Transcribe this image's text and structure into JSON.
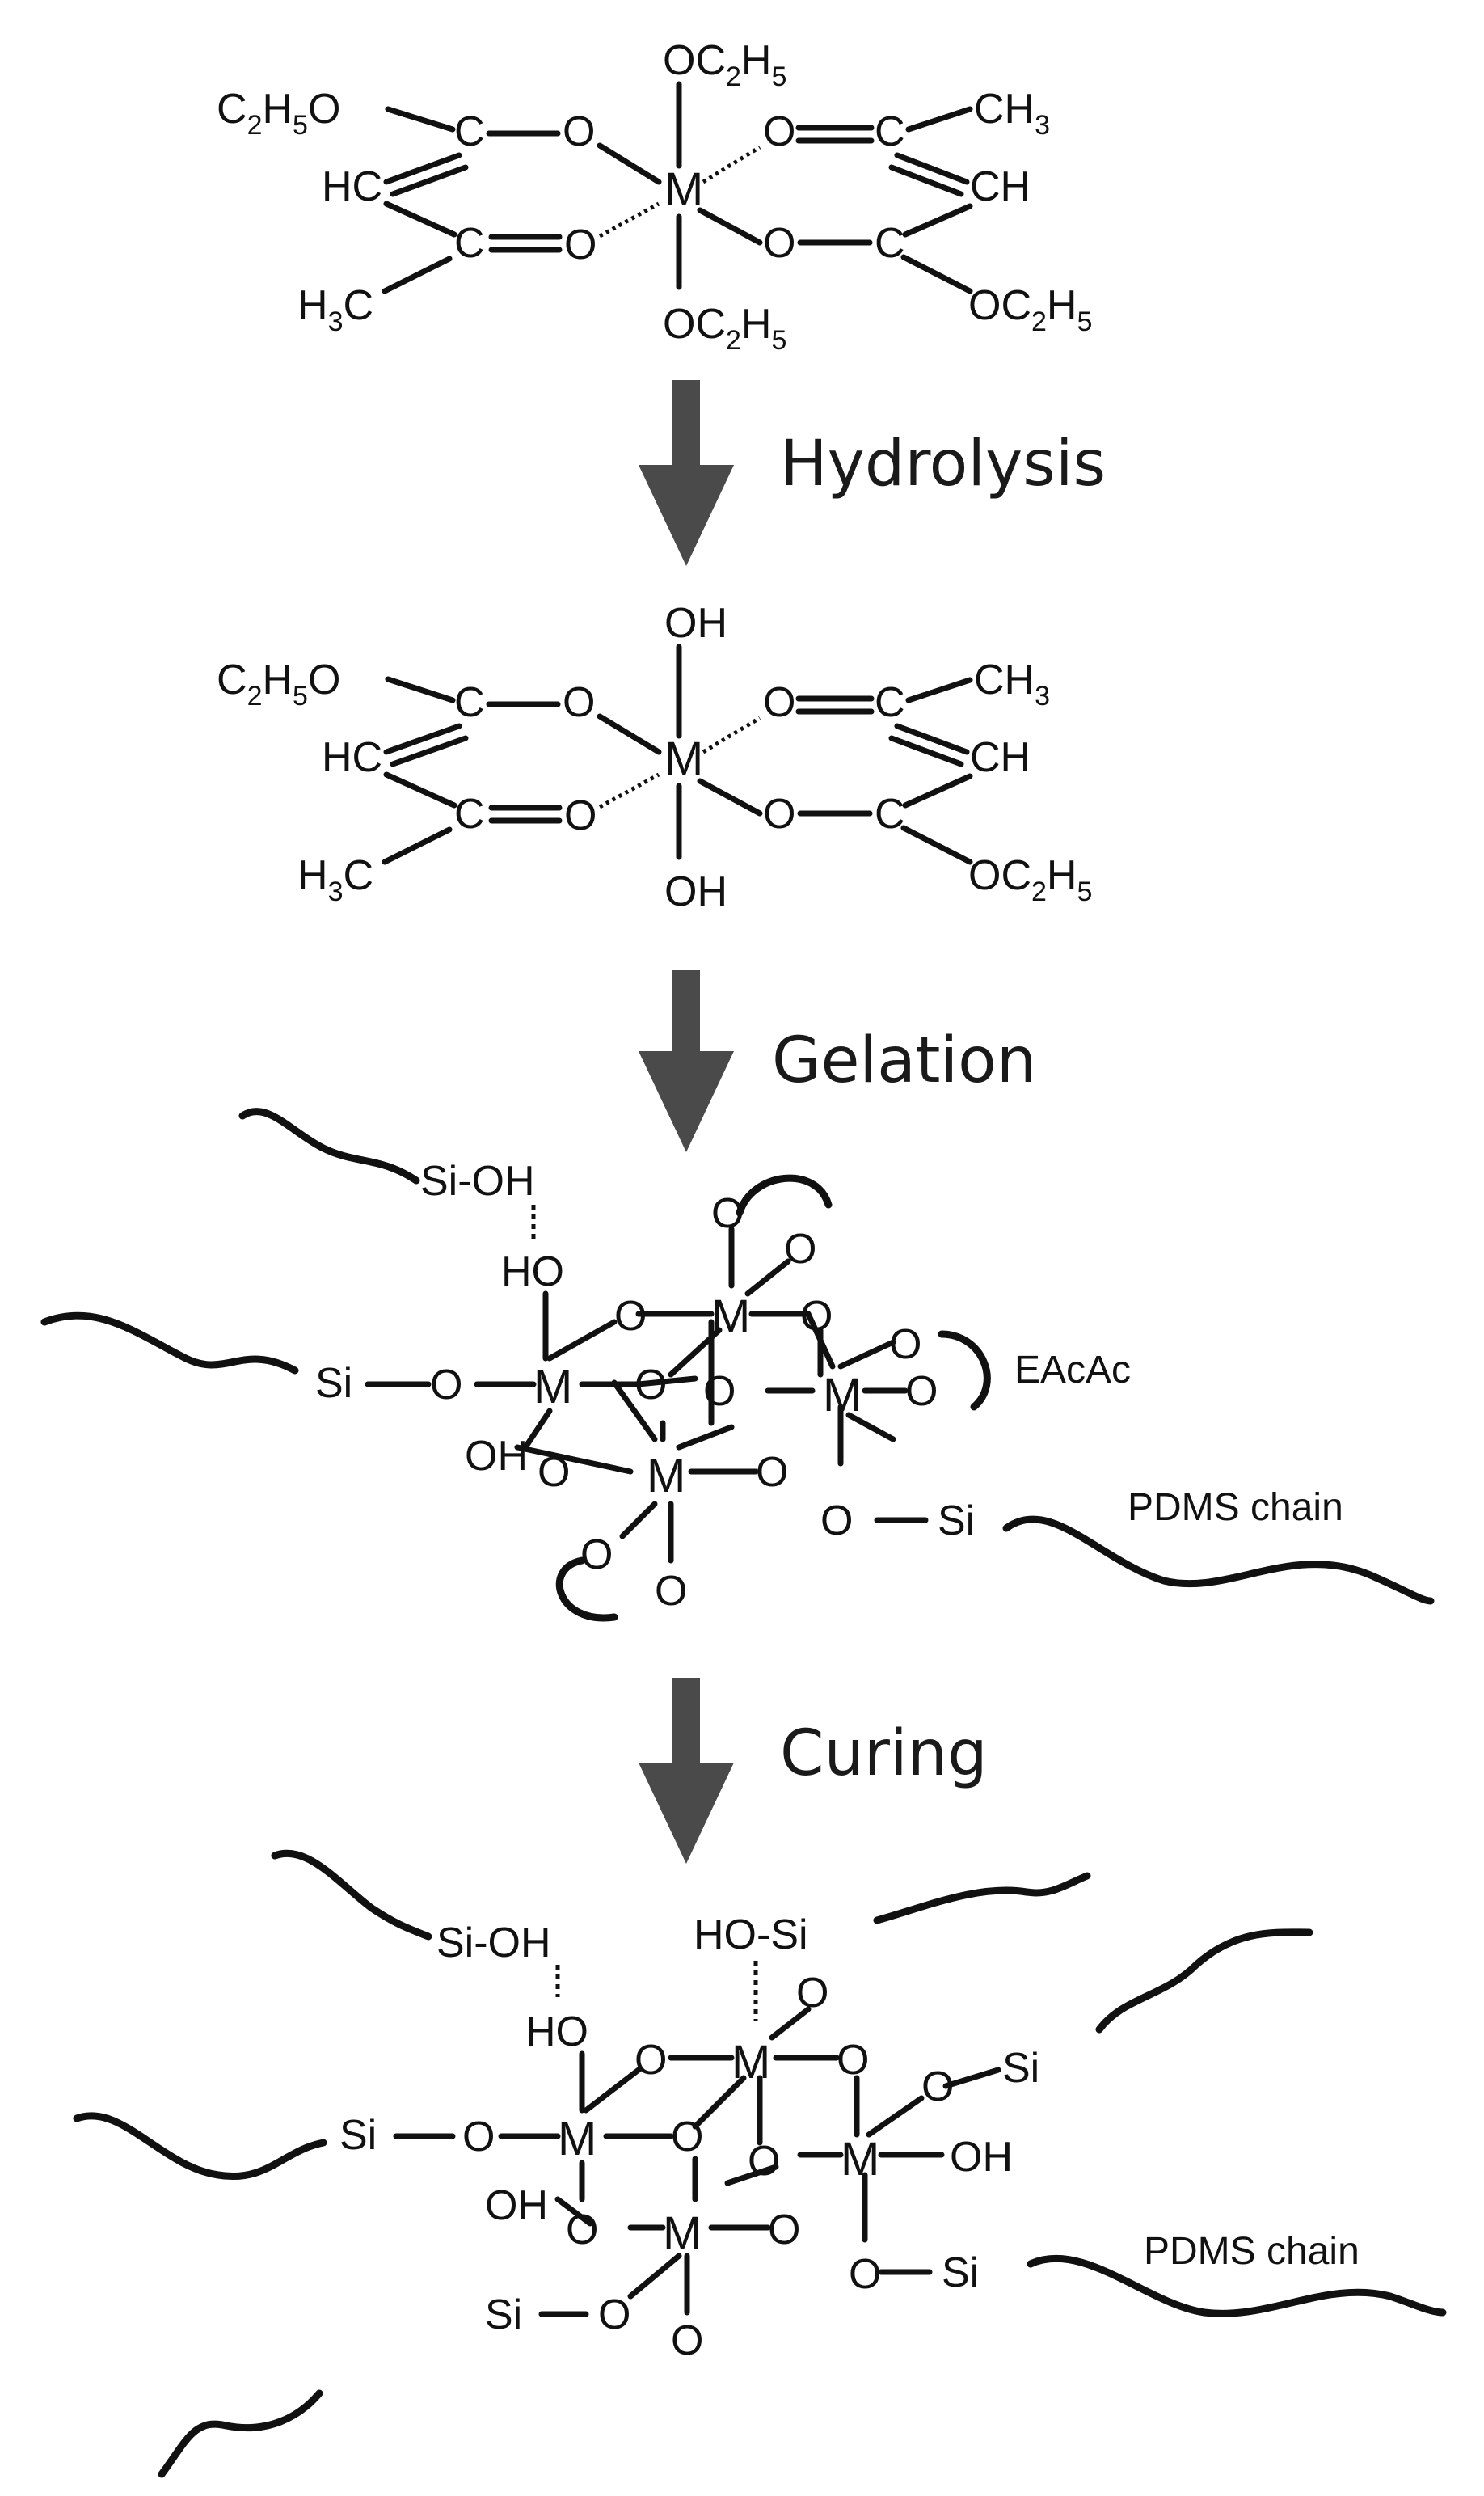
{
  "steps": {
    "hydrolysis": "Hydrolysis",
    "gelation": "Gelation",
    "curing": "Curing"
  },
  "complex": {
    "metal": "M",
    "ethoxy_left": [
      "C",
      "2",
      "H",
      "5",
      "O"
    ],
    "ethoxy_right": [
      "OC",
      "2",
      "H",
      "5"
    ],
    "ethoxy_axial": [
      "OC",
      "2",
      "H",
      "5"
    ],
    "methyl_left": [
      "H",
      "3",
      "C"
    ],
    "methyl_right": [
      "CH",
      "3"
    ],
    "carbon": "C",
    "oxygen": "O",
    "hc": "HC",
    "ch": "CH",
    "hydroxyl": "OH"
  },
  "network": {
    "silanol": "Si-OH",
    "silanol_right": "HO-Si",
    "ho": "HO",
    "oh": "OH",
    "si": "Si",
    "o": "O",
    "eacac_label": "EAcAc",
    "pdms_label": "PDMS chain"
  }
}
